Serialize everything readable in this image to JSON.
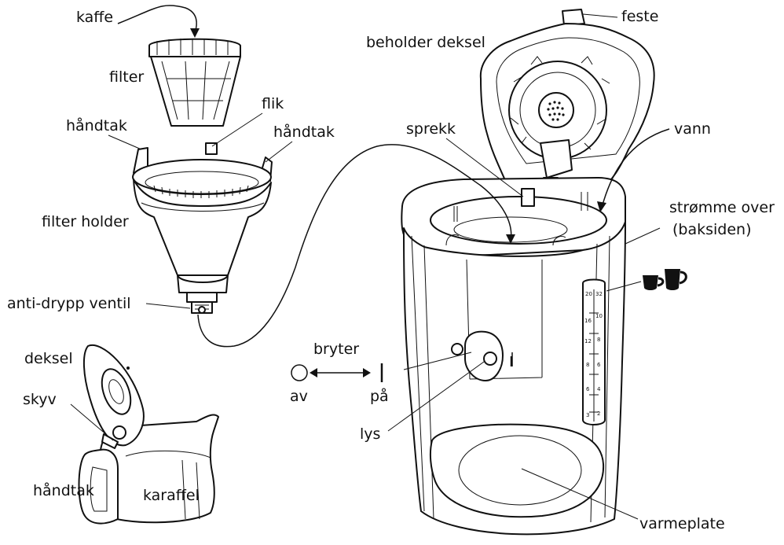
{
  "labels": {
    "kaffe": "kaffe",
    "filter": "filter",
    "flik": "flik",
    "handtak_left": "håndtak",
    "handtak_right": "håndtak",
    "filter_holder": "filter holder",
    "anti_drypp": "anti-drypp ventil",
    "deksel": "deksel",
    "skyv": "skyv",
    "handtak_karaffel": "håndtak",
    "karaffel": "karaffel",
    "feste": "feste",
    "beholder_deksel": "beholder deksel",
    "sprekk": "sprekk",
    "vann": "vann",
    "stromme_over_1": "strømme over",
    "stromme_over_2": "(baksiden)",
    "bryter": "bryter",
    "av": "av",
    "pa": "på",
    "lys": "lys",
    "varmeplate": "varmeplate"
  },
  "switch_symbols": {
    "on_mark": "I"
  },
  "water_scale": {
    "header": [
      "20",
      "32"
    ],
    "left": [
      "16",
      "12",
      "8",
      "6",
      "3"
    ],
    "right": [
      "10",
      "8",
      "6",
      "4",
      "2"
    ]
  },
  "icons": [
    "cup-small-icon",
    "cup-large-icon"
  ]
}
